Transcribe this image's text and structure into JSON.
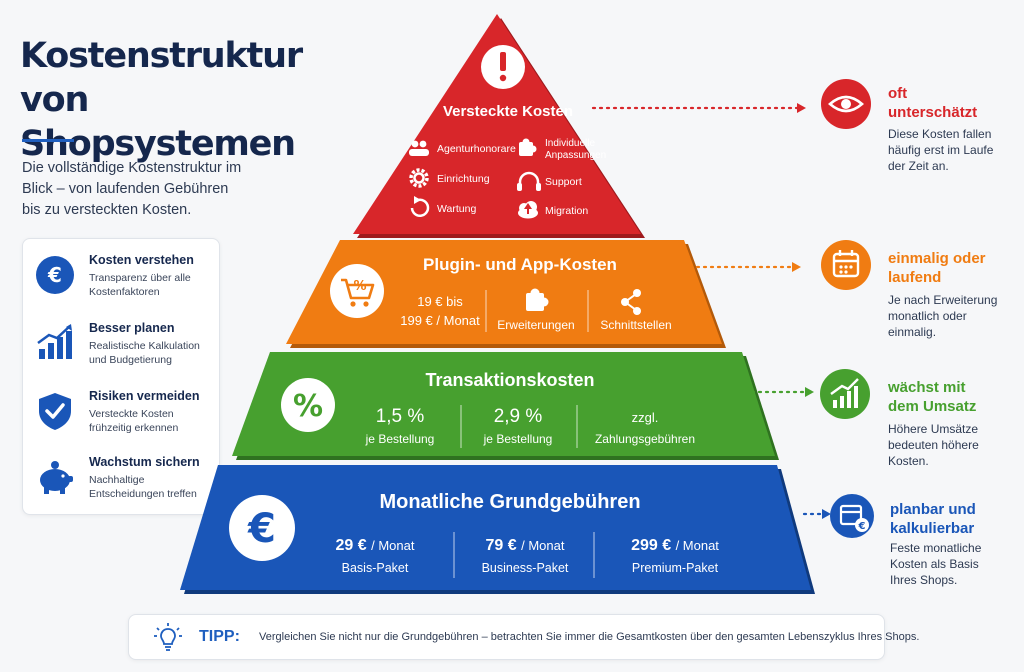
{
  "header": {
    "title": "Kostenstruktur von Shopsystemen",
    "intro": "Die vollständige Kostenstruktur im Blick – von laufenden Gebühren bis zu versteckten Kosten."
  },
  "benefits": [
    {
      "title": "Kosten verstehen",
      "desc": "Transparenz über alle Kostenfaktoren",
      "icon": "euro-icon"
    },
    {
      "title": "Besser planen",
      "desc": "Realistische Kalkulation und Budgetierung",
      "icon": "bar-chart-icon"
    },
    {
      "title": "Risiken vermeiden",
      "desc": "Versteckte Kosten frühzeitig erkennen",
      "icon": "shield-check-icon"
    },
    {
      "title": "Wachstum sichern",
      "desc": "Nachhaltige Entscheidungen treffen",
      "icon": "piggy-bank-icon"
    }
  ],
  "pyramid": {
    "hidden": {
      "title": "Versteckte Kosten",
      "color": "#d8262a",
      "items": [
        "Agenturhonorare",
        "Individuelle Anpassungen",
        "Einrichtung",
        "Support",
        "Wartung",
        "Migration"
      ]
    },
    "plugins": {
      "title": "Plugin- und App-Kosten",
      "color": "#f07c12",
      "price_line1": "19 € bis",
      "price_line2": "199 € / Monat",
      "item1": "Erweiterungen",
      "item2": "Schnittstellen"
    },
    "transactions": {
      "title": "Transaktionskosten",
      "color": "#47a02f",
      "col1_value": "1,5 %",
      "col1_label": "je Bestellung",
      "col2_value": "2,9 %",
      "col2_label": "je Bestellung",
      "col3_value": "zzgl.",
      "col3_label": "Zahlungsgebühren"
    },
    "monthly": {
      "title": "Monatliche Grundgebühren",
      "color": "#1a56b8",
      "plans": [
        {
          "price": "29 €",
          "unit": "/ Monat",
          "name": "Basis-Paket"
        },
        {
          "price": "79 €",
          "unit": "/ Monat",
          "name": "Business-Paket"
        },
        {
          "price": "299 €",
          "unit": "/ Monat",
          "name": "Premium-Paket"
        }
      ]
    }
  },
  "annotations": [
    {
      "title": "oft unterschätzt",
      "desc": "Diese Kosten fallen häufig erst im Laufe der Zeit an.",
      "color": "#d8262a",
      "icon": "eye-icon"
    },
    {
      "title": "einmalig oder laufend",
      "desc": "Je nach Erweiterung monatlich oder einmalig.",
      "color": "#f07c12",
      "icon": "calendar-icon"
    },
    {
      "title": "wächst mit dem Umsatz",
      "desc": "Höhere Umsätze bedeuten höhere Kosten.",
      "color": "#47a02f",
      "icon": "growth-chart-icon"
    },
    {
      "title": "planbar und kalkulierbar",
      "desc": "Feste monatliche Kosten als Basis Ihres Shops.",
      "color": "#1a56b8",
      "icon": "calendar-euro-icon"
    }
  ],
  "tip": {
    "label": "TIPP:",
    "text": "Vergleichen Sie nicht nur die Grundgebühren – betrachten Sie immer die Gesamtkosten über den gesamten Lebenszyklus Ihres Shops.",
    "icon": "lightbulb-icon"
  }
}
